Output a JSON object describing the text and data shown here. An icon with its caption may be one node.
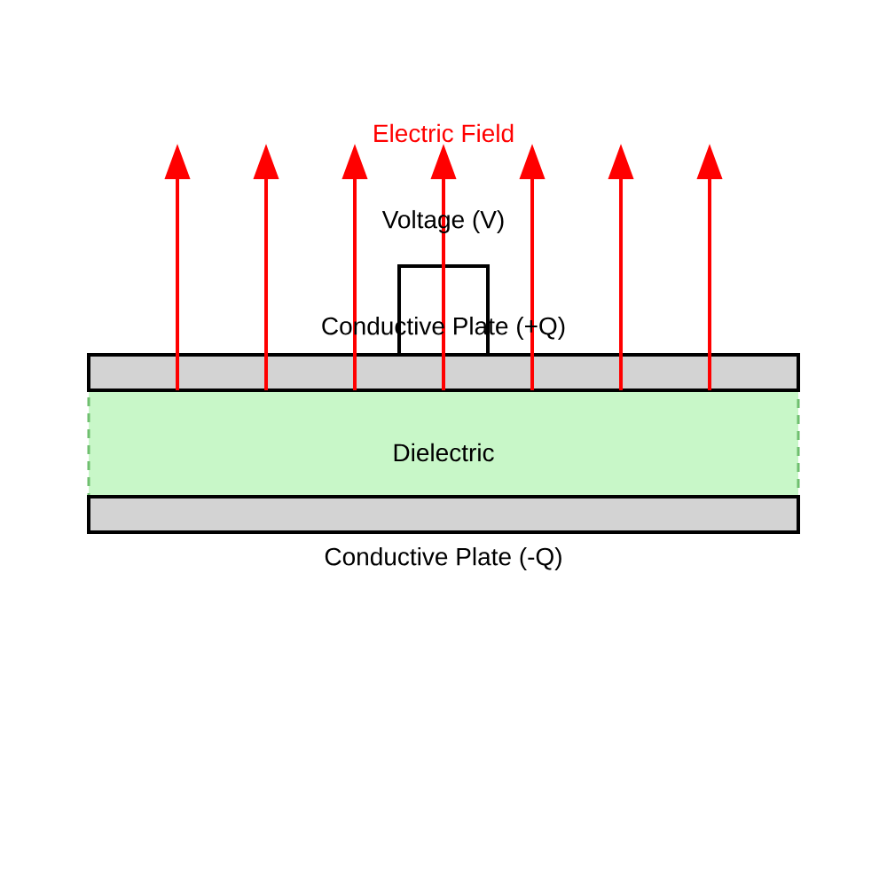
{
  "diagram": {
    "nodes": [
      {
        "text": [
          "Conductive Plate (+Q)"
        ]
      },
      {
        "text": [
          "Dielectric"
        ]
      },
      {
        "text": [
          "Conductive Plate (-Q)"
        ]
      }
    ],
    "labels": [
      "Electric Field",
      "Voltage (V)"
    ]
  }
}
